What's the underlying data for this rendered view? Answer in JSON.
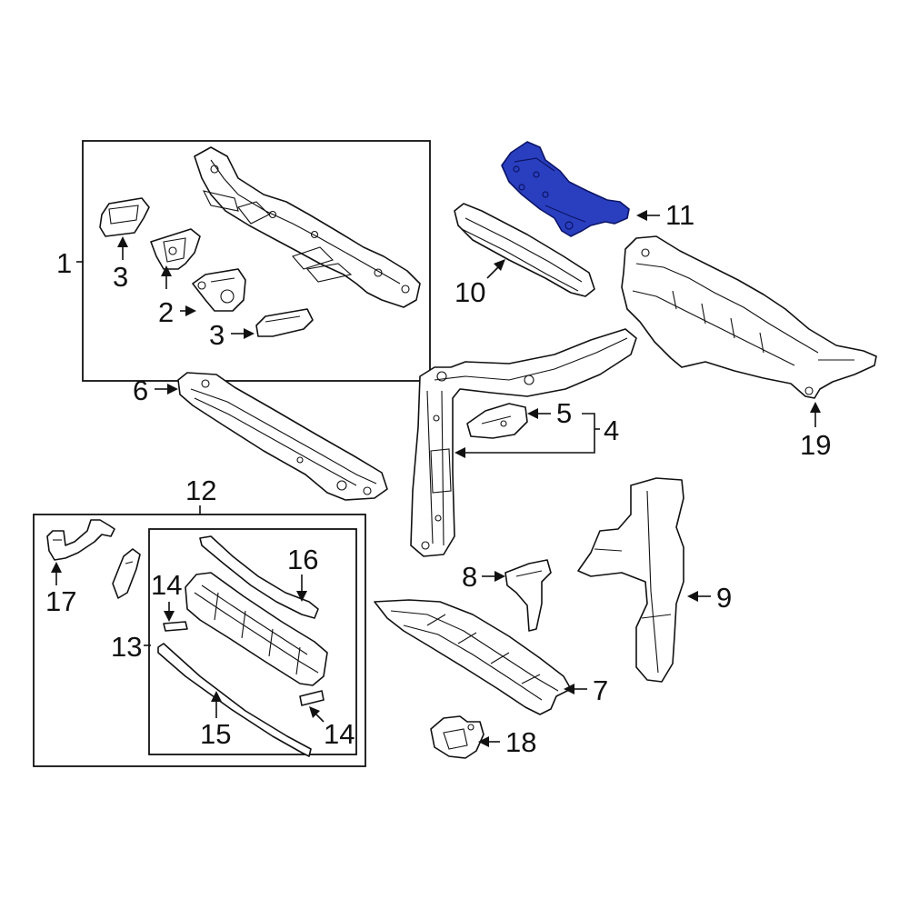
{
  "diagram": {
    "highlight_color": "#2a3fbf",
    "callouts": {
      "c1": "1",
      "c2": "2",
      "c3a": "3",
      "c3b": "3",
      "c4": "4",
      "c5": "5",
      "c6": "6",
      "c7": "7",
      "c8": "8",
      "c9": "9",
      "c10": "10",
      "c11": "11",
      "c12": "12",
      "c13": "13",
      "c14a": "14",
      "c14b": "14",
      "c15": "15",
      "c16": "16",
      "c17": "17",
      "c18": "18",
      "c19": "19"
    }
  }
}
